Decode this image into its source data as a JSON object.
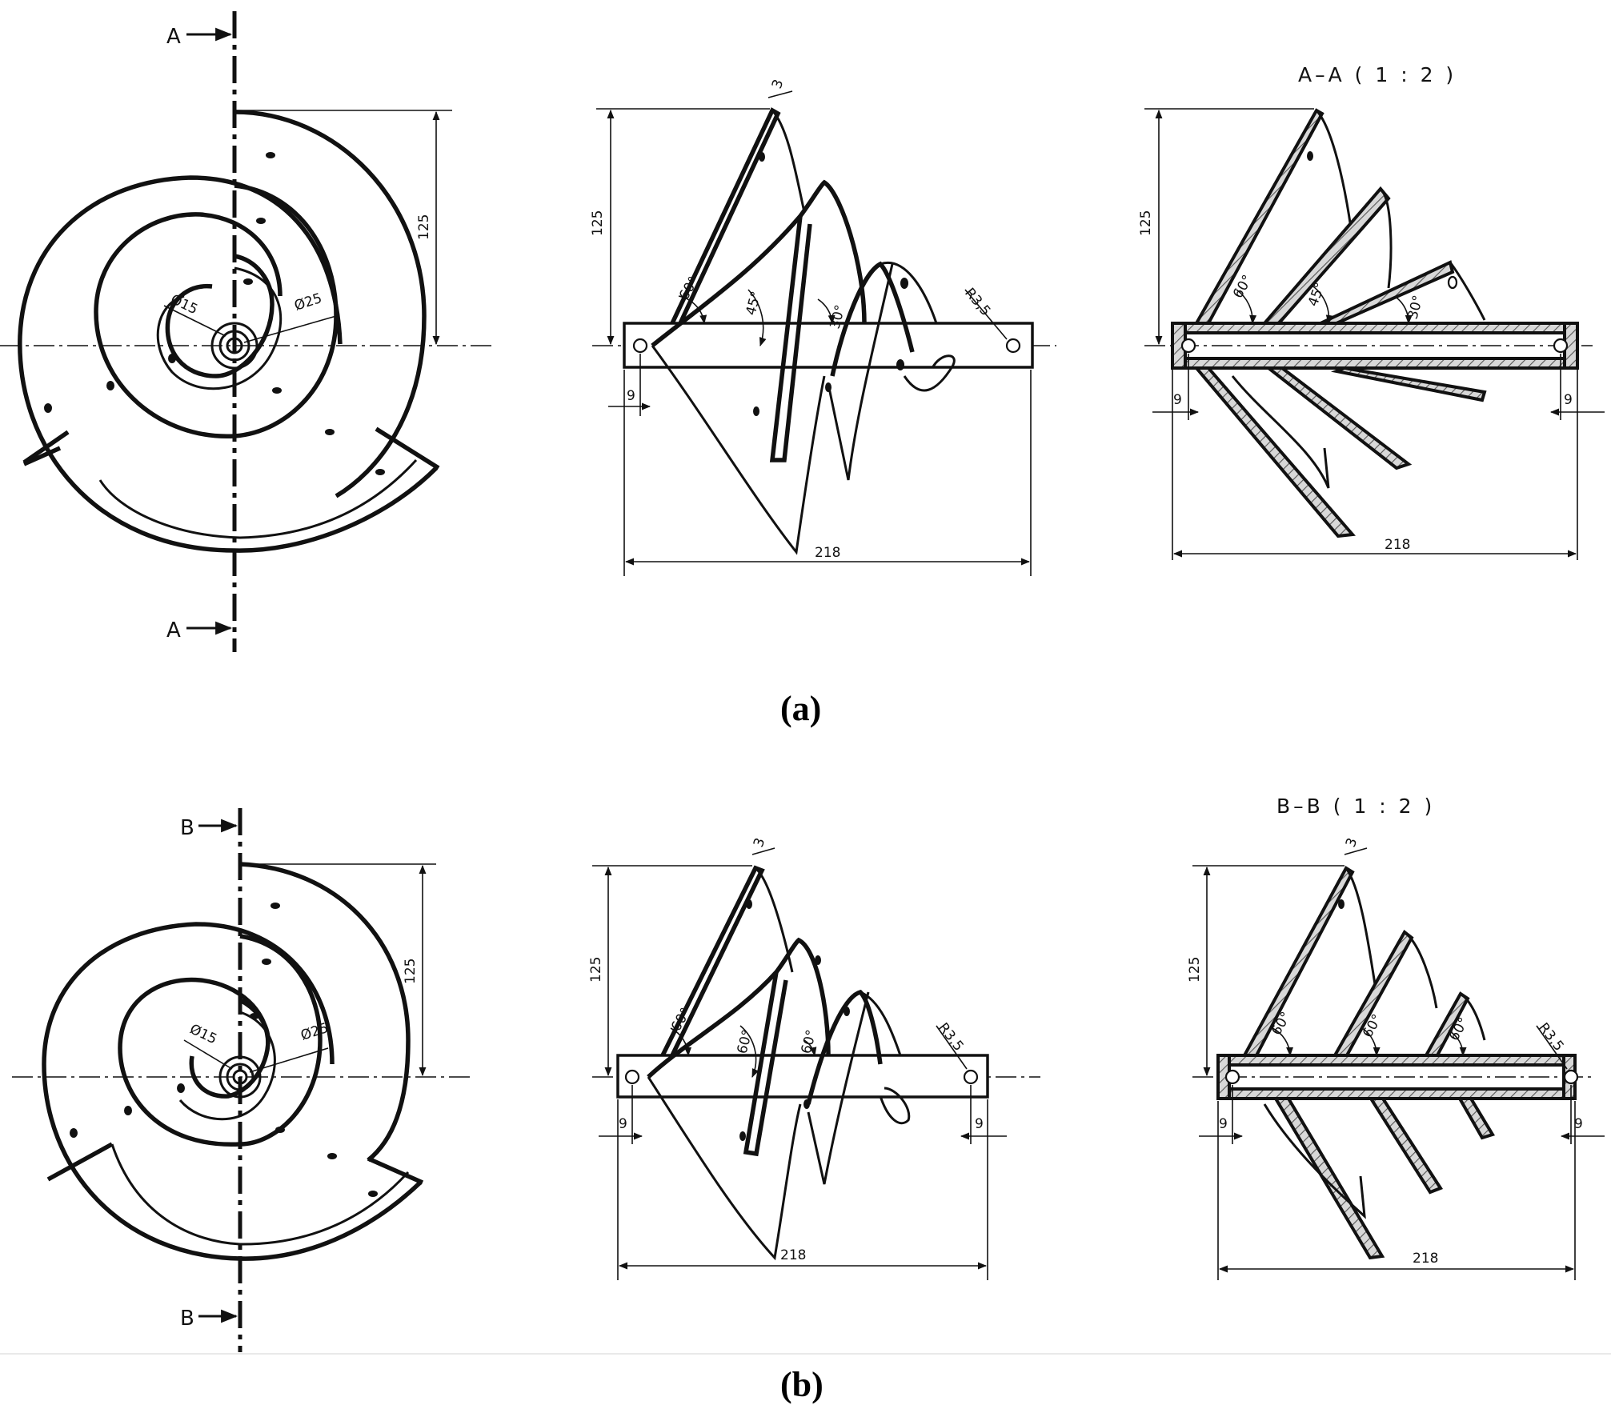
{
  "figures": [
    {
      "id": "a",
      "caption": "(a)",
      "section_letter": "A",
      "section_title": "A–A ( 1 : 2 )",
      "dia_inner": "Ø15",
      "dia_outer": "Ø25",
      "height": "125",
      "length": "218",
      "radius": "R3,5",
      "hole_offset": "9",
      "thickness": "3",
      "angles": [
        "60°",
        "45°",
        "30°"
      ]
    },
    {
      "id": "b",
      "caption": "(b)",
      "section_letter": "B",
      "section_title": "B–B ( 1 : 2 )",
      "dia_inner": "Ø15",
      "dia_outer": "Ø25",
      "height": "125",
      "length": "218",
      "radius": "R3,5",
      "hole_offset": "9",
      "thickness": "3",
      "angles": [
        "60°",
        "60°",
        "60°"
      ]
    }
  ]
}
